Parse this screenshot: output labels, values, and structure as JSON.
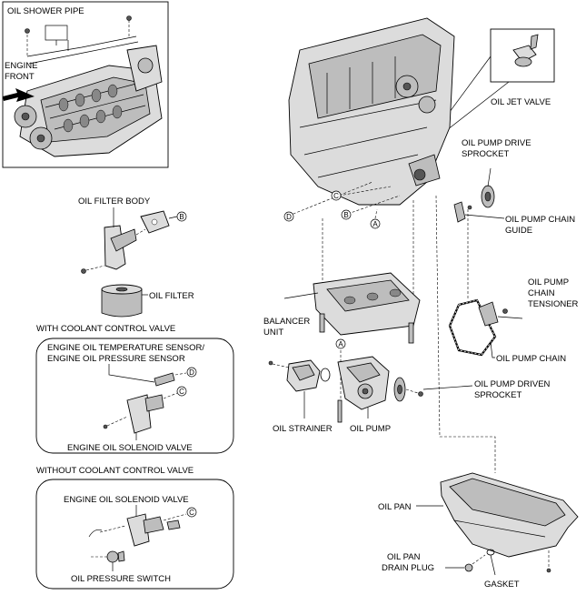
{
  "labels": {
    "oil_shower_pipe": "OIL SHOWER PIPE",
    "engine_front_1": "ENGINE",
    "engine_front_2": "FRONT",
    "oil_jet_valve": "OIL JET VALVE",
    "oil_pump_drive_sprocket_1": "OIL PUMP DRIVE",
    "oil_pump_drive_sprocket_2": "SPROCKET",
    "oil_pump_chain_guide_1": "OIL PUMP CHAIN",
    "oil_pump_chain_guide_2": "GUIDE",
    "oil_filter_body": "OIL FILTER BODY",
    "oil_filter": "OIL FILTER",
    "balancer_unit_1": "BALANCER",
    "balancer_unit_2": "UNIT",
    "oil_pump_chain_tensioner_1": "OIL PUMP",
    "oil_pump_chain_tensioner_2": "CHAIN",
    "oil_pump_chain_tensioner_3": "TENSIONER",
    "oil_pump_chain": "OIL PUMP CHAIN",
    "with_coolant_control_valve": "WITH COOLANT CONTROL VALVE",
    "eot_sensor_1": "ENGINE OIL TEMPERATURE SENSOR/",
    "eot_sensor_2": "ENGINE OIL PRESSURE SENSOR",
    "engine_oil_solenoid_valve_a": "ENGINE OIL SOLENOID VALVE",
    "oil_pump_driven_sprocket_1": "OIL PUMP DRIVEN",
    "oil_pump_driven_sprocket_2": "SPROCKET",
    "oil_strainer": "OIL STRAINER",
    "oil_pump": "OIL PUMP",
    "without_coolant_control_valve": "WITHOUT COOLANT CONTROL VALVE",
    "engine_oil_solenoid_valve_b": "ENGINE OIL SOLENOID VALVE",
    "oil_pressure_switch": "OIL PRESSURE SWITCH",
    "oil_pan": "OIL PAN",
    "oil_pan_drain_plug_1": "OIL PAN",
    "oil_pan_drain_plug_2": "DRAIN PLUG",
    "gasket": "GASKET"
  },
  "markers": {
    "a": "A",
    "b": "B",
    "c": "C",
    "d": "D"
  }
}
